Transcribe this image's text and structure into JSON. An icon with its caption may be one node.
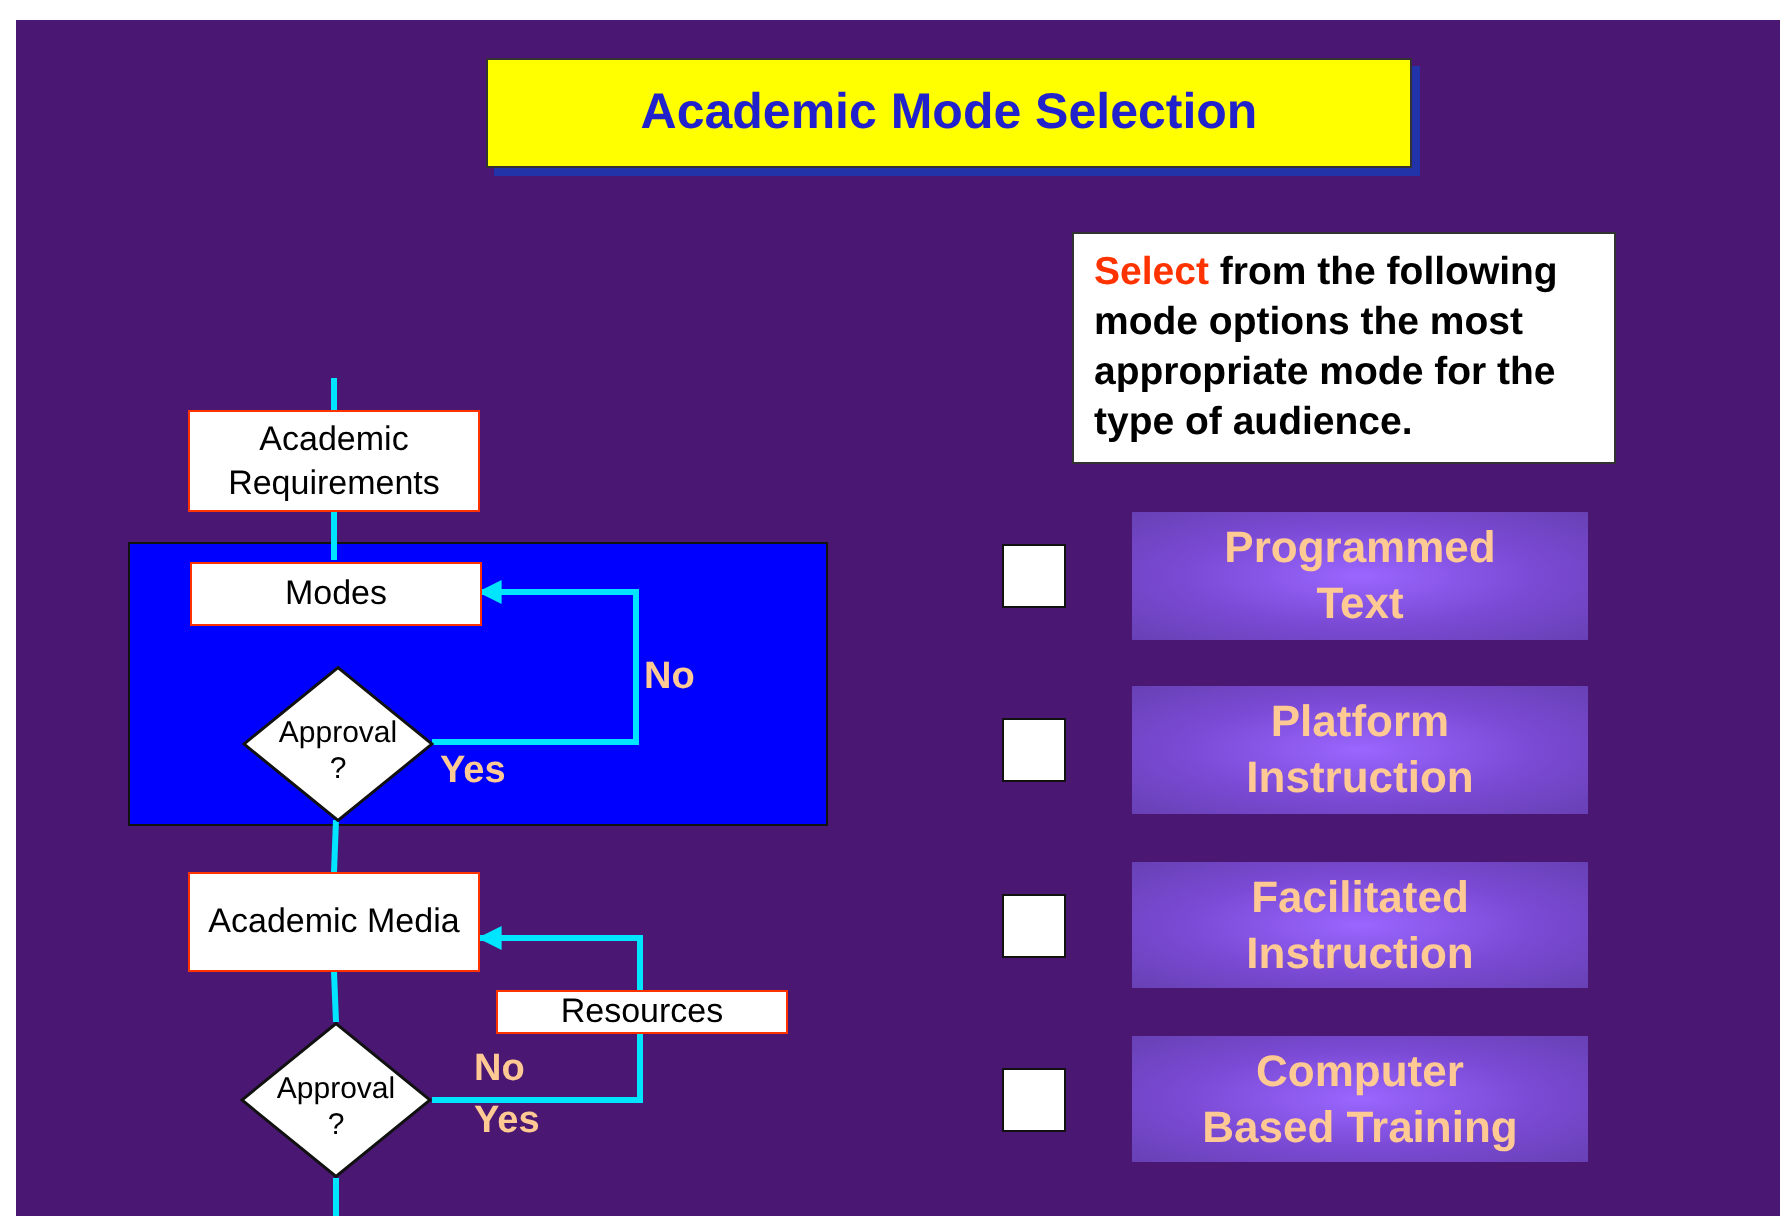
{
  "diagram": {
    "nodes": [
      {
        "text": [
          "Academic Mode Selection"
        ]
      },
      {
        "text": [
          "**Select** from the following mode options the most appropriate mode for the type of audience."
        ]
      },
      {
        "text": [
          "Academic Requirements"
        ]
      },
      {
        "text": [],
        "shape": "box"
      },
      {
        "text": [
          "Modes"
        ],
        "in": 3
      },
      {
        "text": [
          "Approval ?"
        ],
        "in": 3
      },
      {
        "text": [
          "Academic Media"
        ]
      },
      {
        "text": [
          "Resources"
        ]
      },
      {
        "text": [
          "Approval ?"
        ]
      },
      {
        "text": [
          "Programmed Text"
        ]
      },
      {
        "text": [
          "Platform Instruction"
        ]
      },
      {
        "text": [
          "Facilitated Instruction"
        ]
      },
      {
        "text": [
          "Computer Based Training"
        ]
      }
    ],
    "edges": [
      {
        "from": null,
        "to": 2,
        "arrow": "none"
      },
      {
        "from": 2,
        "to": 4,
        "arrow": "none"
      },
      {
        "from": 5,
        "to": 4,
        "arrow": "to",
        "label": "No"
      },
      {
        "from": 5,
        "to": 6,
        "arrow": "none"
      },
      {
        "from": 6,
        "to": 8,
        "arrow": "none"
      },
      {
        "from": 8,
        "to": 7,
        "arrow": "none",
        "label": "No"
      },
      {
        "from": 7,
        "to": 6,
        "arrow": "to"
      },
      {
        "from": 8,
        "to": null,
        "arrow": "none"
      }
    ],
    "labels": [
      "Yes",
      "Yes"
    ]
  }
}
